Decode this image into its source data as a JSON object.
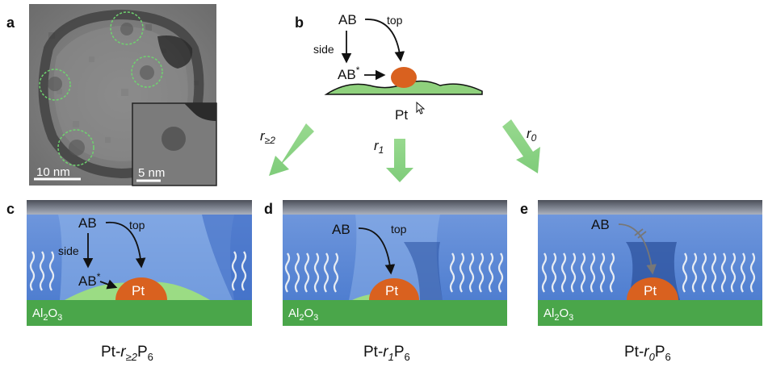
{
  "panel_a": {
    "letter": "a",
    "scalebar_main": "10 nm",
    "scalebar_inset": "5 nm"
  },
  "panel_b": {
    "letter": "b",
    "ab": "AB",
    "ab_star": "AB",
    "star": "*",
    "top": "top",
    "side": "side",
    "pt": "Pt"
  },
  "rates": {
    "left": {
      "r": "r",
      "sub": "≥2"
    },
    "mid": {
      "r": "r",
      "sub": "1"
    },
    "right": {
      "r": "r",
      "sub": "0"
    }
  },
  "panel_c": {
    "letter": "c",
    "ab": "AB",
    "top": "top",
    "side": "side",
    "ab_star": "AB",
    "star": "*",
    "pt": "Pt",
    "al": "Al",
    "al_sub": "2",
    "o": "O",
    "o_sub": "3",
    "caption_a": "Pt-",
    "caption_r": "r",
    "caption_rsub": "≥2",
    "caption_p": "P",
    "caption_psub": "6"
  },
  "panel_d": {
    "letter": "d",
    "ab": "AB",
    "top": "top",
    "pt": "Pt",
    "al": "Al",
    "al_sub": "2",
    "o": "O",
    "o_sub": "3",
    "caption_a": "Pt-",
    "caption_r": "r",
    "caption_rsub": "1",
    "caption_p": "P",
    "caption_psub": "6"
  },
  "panel_e": {
    "letter": "e",
    "ab": "AB",
    "pt": "Pt",
    "al": "Al",
    "al_sub": "2",
    "o": "O",
    "o_sub": "3",
    "caption_a": "Pt-",
    "caption_r": "r",
    "caption_rsub": "0",
    "caption_p": "P",
    "caption_psub": "6"
  },
  "colors": {
    "platinum": "#d9611f",
    "alumina": "#4aa64a",
    "light_green": "#8fd17d",
    "arrow_green": "#8fd488",
    "pore_blue": "#5a86d4",
    "pore_light": "#8fb4ea",
    "shell_dark": "#3a5fa8"
  }
}
